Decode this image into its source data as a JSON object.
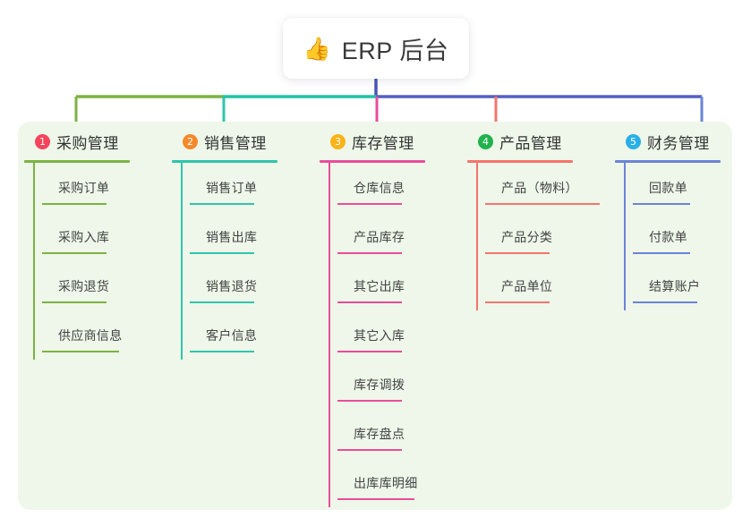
{
  "root": {
    "icon": "thumbs-up-icon",
    "emoji": "👍",
    "title": "ERP 后台"
  },
  "panel": {
    "background": "#eef7e9"
  },
  "connector_colors": {
    "stem": "#4a54b8",
    "bar_segment_1": "#7cb342",
    "bar_segment_2": "#1fc4a6",
    "bar_segment_3": "#5560c4"
  },
  "branches": [
    {
      "number": "1",
      "title": "采购管理",
      "badge_color": "#f4455c",
      "line_color": "#7cb342",
      "items": [
        {
          "label": "采购订单"
        },
        {
          "label": "采购入库"
        },
        {
          "label": "采购退货"
        },
        {
          "label": "供应商信息"
        }
      ]
    },
    {
      "number": "2",
      "title": "销售管理",
      "badge_color": "#f5892a",
      "line_color": "#2ec6ac",
      "items": [
        {
          "label": "销售订单"
        },
        {
          "label": "销售出库"
        },
        {
          "label": "销售退货"
        },
        {
          "label": "客户信息"
        }
      ]
    },
    {
      "number": "3",
      "title": "库存管理",
      "badge_color": "#fbb319",
      "line_color": "#e84d9b",
      "items": [
        {
          "label": "仓库信息"
        },
        {
          "label": "产品库存"
        },
        {
          "label": "其它出库"
        },
        {
          "label": "其它入库"
        },
        {
          "label": "库存调拨"
        },
        {
          "label": "库存盘点"
        },
        {
          "label": "出库库明细"
        }
      ]
    },
    {
      "number": "4",
      "title": "产品管理",
      "badge_color": "#22b24c",
      "line_color": "#f4756e",
      "items": [
        {
          "label": "产品（物料）"
        },
        {
          "label": "产品分类"
        },
        {
          "label": "产品单位"
        }
      ]
    },
    {
      "number": "5",
      "title": "财务管理",
      "badge_color": "#29b0e8",
      "line_color": "#6a84d8",
      "items": [
        {
          "label": "回款单"
        },
        {
          "label": "付款单"
        },
        {
          "label": "结算账户"
        }
      ]
    }
  ]
}
